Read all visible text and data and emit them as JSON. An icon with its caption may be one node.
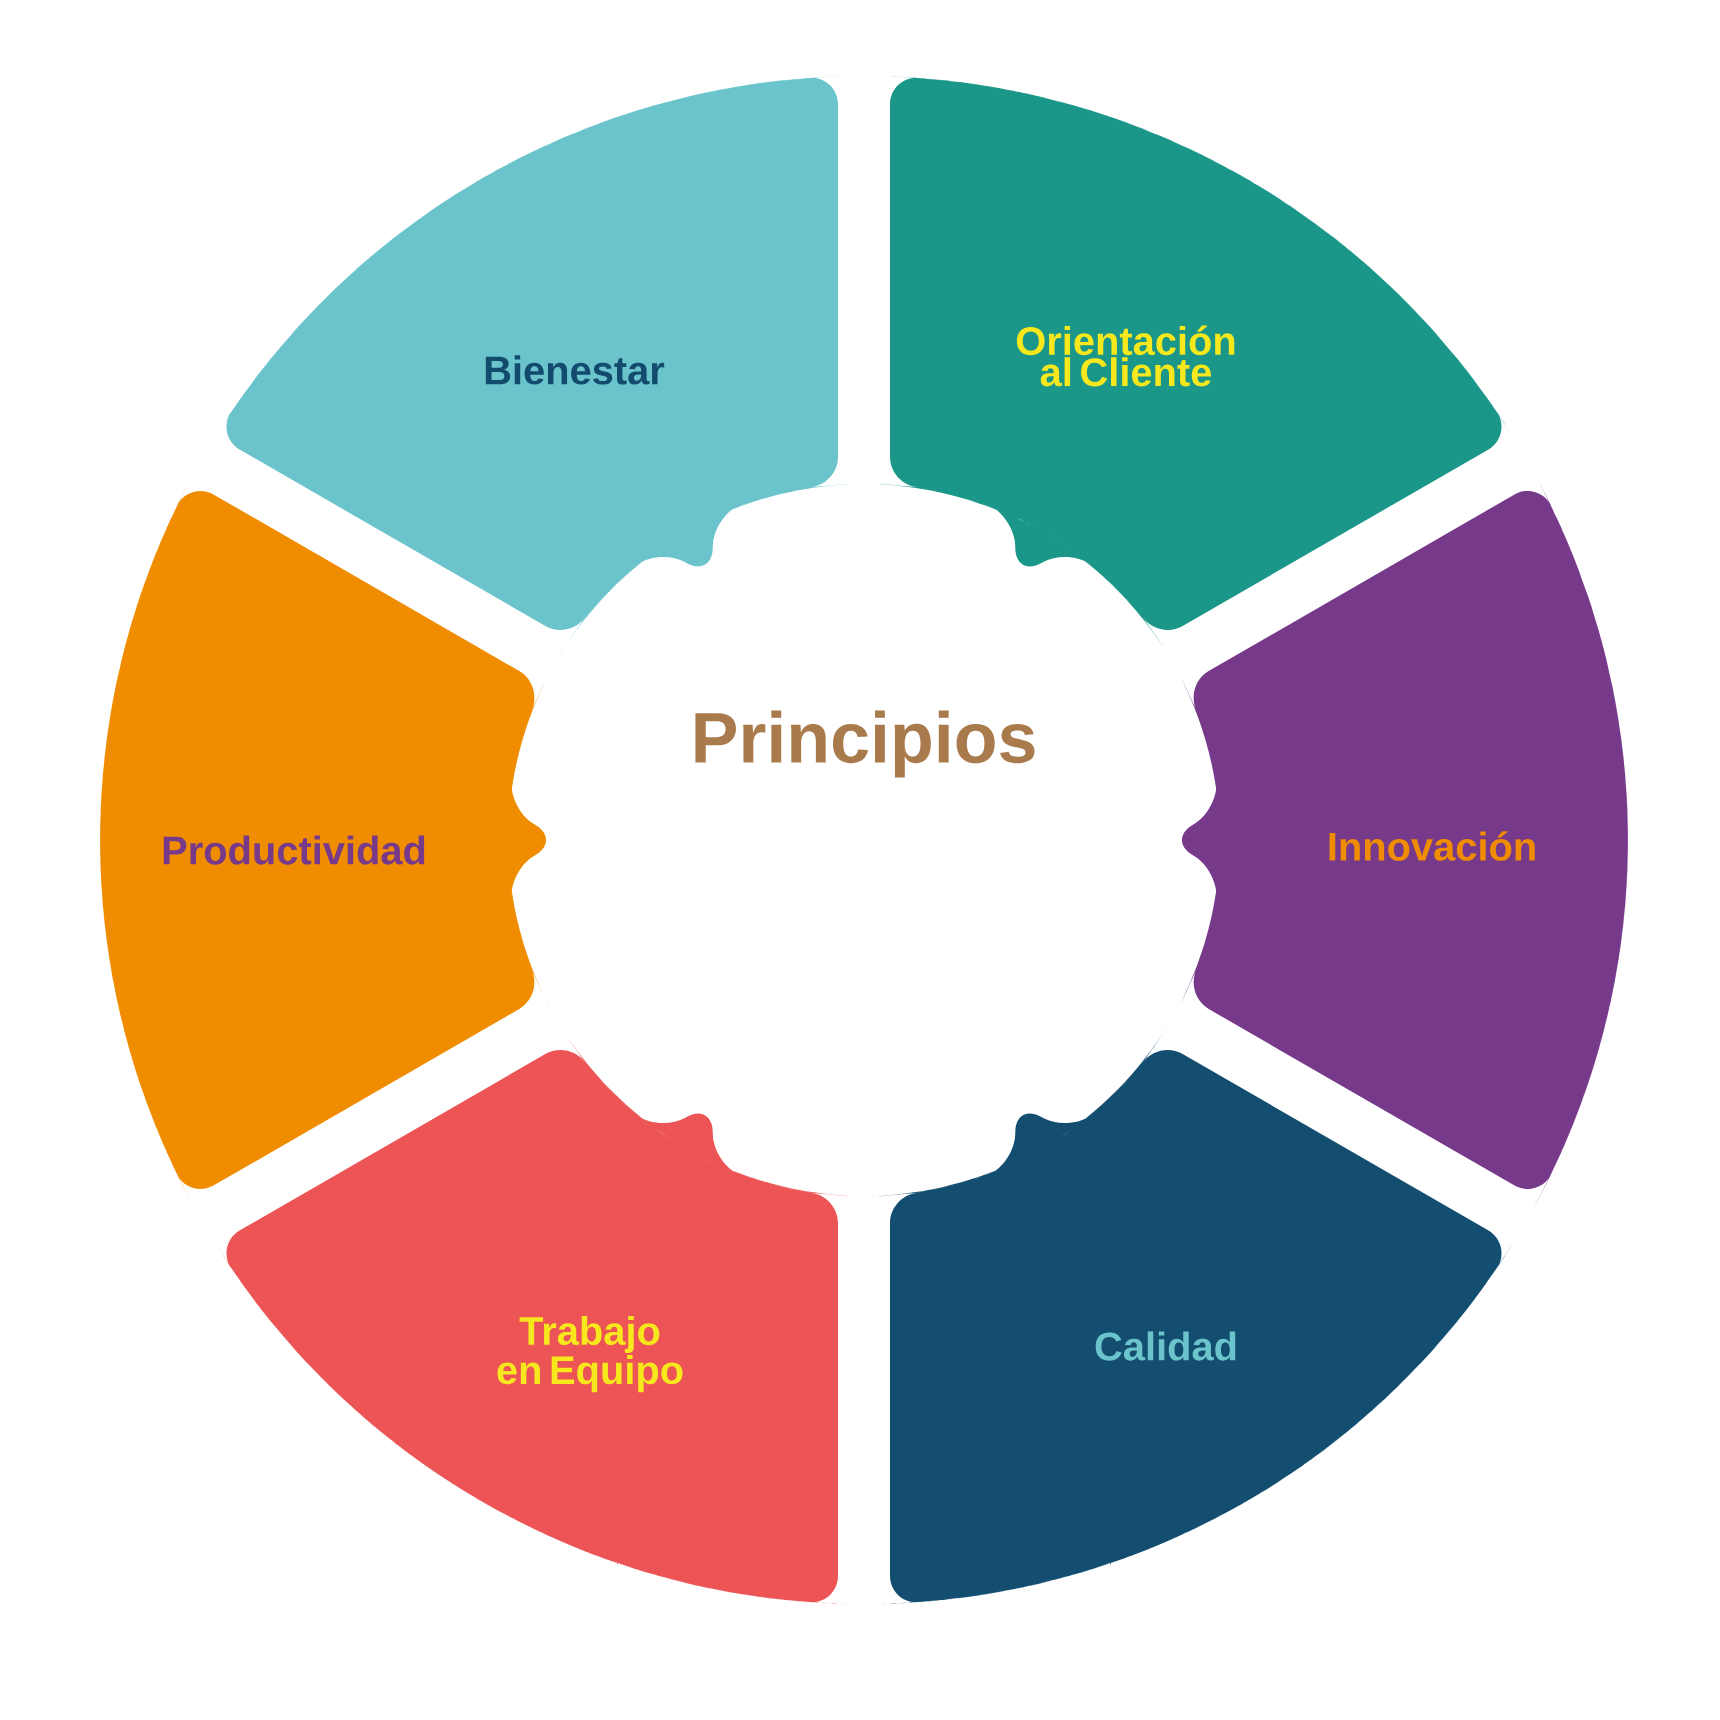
{
  "diagram": {
    "nodes": [
      {
        "text": [
          "Bienestar"
        ]
      },
      {
        "text": [
          "Orientación al Cliente"
        ]
      },
      {
        "text": [
          "Principios"
        ]
      },
      {
        "text": [
          "Productividad"
        ]
      },
      {
        "text": [
          "Innovación"
        ]
      },
      {
        "text": [
          "Trabajo en Equipo"
        ]
      },
      {
        "text": [
          "Calidad"
        ]
      }
    ]
  }
}
